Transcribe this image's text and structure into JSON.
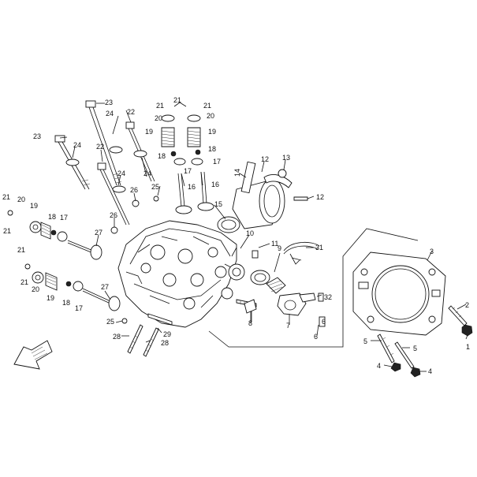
{
  "callouts": [
    {
      "id": "c1",
      "text": "1"
    },
    {
      "id": "c2",
      "text": "2"
    },
    {
      "id": "c3",
      "text": "3"
    },
    {
      "id": "c4a",
      "text": "4"
    },
    {
      "id": "c4b",
      "text": "4"
    },
    {
      "id": "c5a",
      "text": "5"
    },
    {
      "id": "c5b",
      "text": "5"
    },
    {
      "id": "c6a",
      "text": "6"
    },
    {
      "id": "c6b",
      "text": "6"
    },
    {
      "id": "c7",
      "text": "7"
    },
    {
      "id": "c8",
      "text": "8"
    },
    {
      "id": "c9",
      "text": "9"
    },
    {
      "id": "c10",
      "text": "10"
    },
    {
      "id": "c11",
      "text": "11"
    },
    {
      "id": "c12a",
      "text": "12"
    },
    {
      "id": "c12b",
      "text": "12"
    },
    {
      "id": "c13",
      "text": "13"
    },
    {
      "id": "c14",
      "text": "14"
    },
    {
      "id": "c15",
      "text": "15"
    },
    {
      "id": "c16a",
      "text": "16"
    },
    {
      "id": "c16b",
      "text": "16"
    },
    {
      "id": "c17a",
      "text": "17"
    },
    {
      "id": "c17b",
      "text": "17"
    },
    {
      "id": "c17c",
      "text": "17"
    },
    {
      "id": "c17d",
      "text": "17"
    },
    {
      "id": "c18a",
      "text": "18"
    },
    {
      "id": "c18b",
      "text": "18"
    },
    {
      "id": "c18c",
      "text": "18"
    },
    {
      "id": "c18d",
      "text": "18"
    },
    {
      "id": "c19a",
      "text": "19"
    },
    {
      "id": "c19b",
      "text": "19"
    },
    {
      "id": "c19c",
      "text": "19"
    },
    {
      "id": "c19d",
      "text": "19"
    },
    {
      "id": "c20a",
      "text": "20"
    },
    {
      "id": "c20b",
      "text": "20"
    },
    {
      "id": "c20c",
      "text": "20"
    },
    {
      "id": "c20d",
      "text": "20"
    },
    {
      "id": "c21a",
      "text": "21"
    },
    {
      "id": "c21b",
      "text": "21"
    },
    {
      "id": "c21c",
      "text": "21"
    },
    {
      "id": "c21d",
      "text": "21"
    },
    {
      "id": "c21e",
      "text": "21"
    },
    {
      "id": "c21f",
      "text": "21"
    },
    {
      "id": "c21g",
      "text": "21"
    },
    {
      "id": "c22a",
      "text": "22"
    },
    {
      "id": "c22b",
      "text": "22"
    },
    {
      "id": "c23a",
      "text": "23"
    },
    {
      "id": "c23b",
      "text": "23"
    },
    {
      "id": "c24a",
      "text": "24"
    },
    {
      "id": "c24b",
      "text": "24"
    },
    {
      "id": "c24c",
      "text": "24"
    },
    {
      "id": "c24d",
      "text": "24"
    },
    {
      "id": "c25a",
      "text": "25"
    },
    {
      "id": "c25b",
      "text": "25"
    },
    {
      "id": "c26a",
      "text": "26"
    },
    {
      "id": "c26b",
      "text": "26"
    },
    {
      "id": "c27a",
      "text": "27"
    },
    {
      "id": "c27b",
      "text": "27"
    },
    {
      "id": "c28a",
      "text": "28"
    },
    {
      "id": "c28b",
      "text": "28"
    },
    {
      "id": "c29",
      "text": "29"
    },
    {
      "id": "c31",
      "text": "31"
    },
    {
      "id": "c32",
      "text": "32"
    }
  ]
}
